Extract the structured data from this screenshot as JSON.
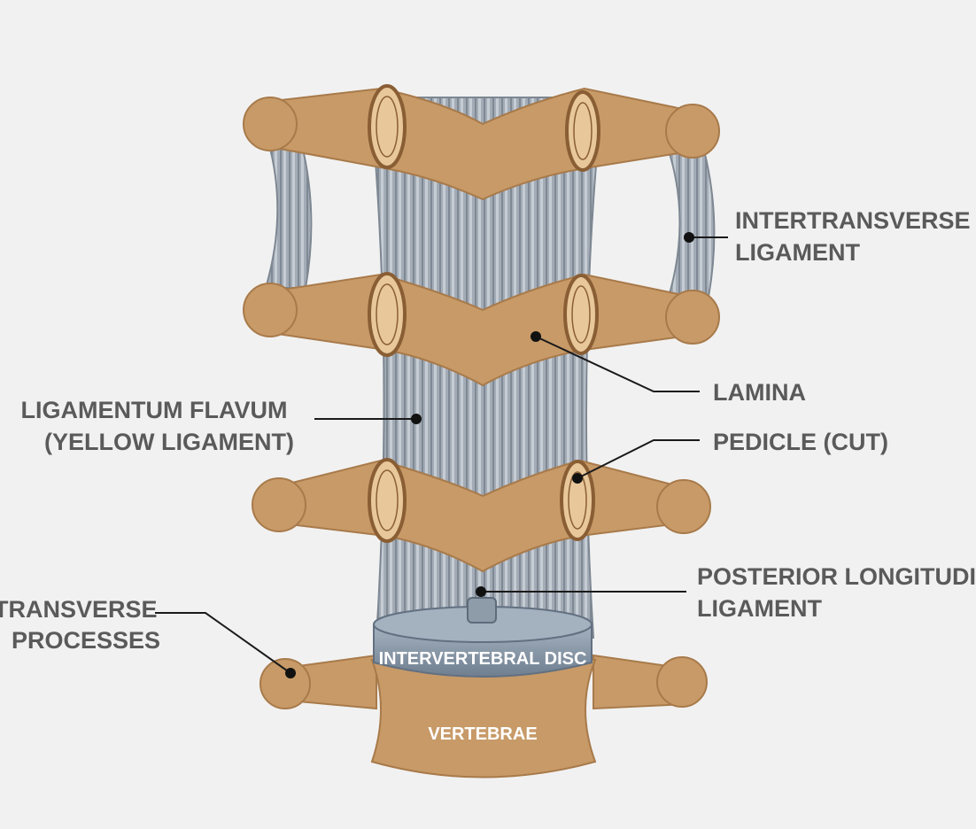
{
  "labels": {
    "intertransverse_ligament": [
      "INTERTRANSVERSE",
      "LIGAMENT"
    ],
    "lamina": "LAMINA",
    "ligamentum_flavum": [
      "LIGAMENTUM FLAVUM",
      "(YELLOW LIGAMENT)"
    ],
    "pedicle": "PEDICLE (CUT)",
    "posterior_longitudinal_ligament": [
      "POSTERIOR LONGITUDINAL",
      "LIGAMENT"
    ],
    "transverse_processes": [
      "TRANSVERSE",
      "PROCESSES"
    ],
    "intervertebral_disc": "INTERVERTEBRAL DISC",
    "vertebrae": "VERTEBRAE"
  },
  "colors": {
    "bone": "#c79a68",
    "ligament": "#9aa4ae",
    "disc": "#8a9aab",
    "label": "#5a5a5a",
    "background": "#f1f1f1"
  }
}
